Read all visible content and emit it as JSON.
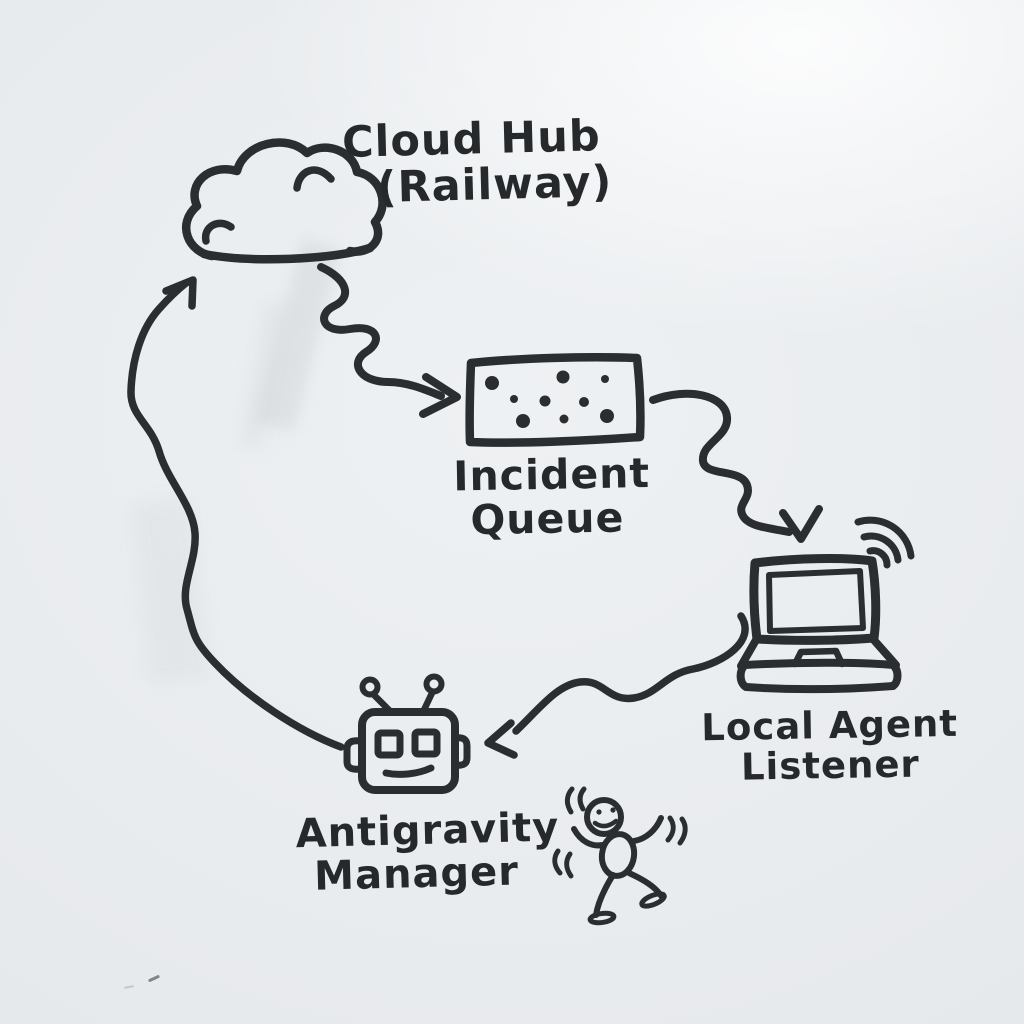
{
  "board": {
    "type": "whiteboard-sketch",
    "marker_color": "#2b2e31",
    "board_color": "#e9edf0"
  },
  "diagram": {
    "nodes": [
      {
        "id": "cloud-hub",
        "icon": "cloud-icon",
        "label_line1": "Cloud Hub",
        "label_line2": "(Railway)"
      },
      {
        "id": "incident-queue",
        "icon": "dotted-box-icon",
        "label_line1": "Incident",
        "label_line2": "Queue",
        "queue_dot_count": 9
      },
      {
        "id": "local-agent-listener",
        "icon": "laptop-icon",
        "label_line1": "Local Agent",
        "label_line2": "Listener"
      },
      {
        "id": "antigravity-manager",
        "icon": "robot-icon",
        "label_line1": "Antigravity",
        "label_line2": "Manager"
      }
    ],
    "edges": [
      {
        "from": "cloud-hub",
        "to": "incident-queue",
        "style": "squiggle-arrow"
      },
      {
        "from": "incident-queue",
        "to": "local-agent-listener",
        "style": "squiggle-arrow"
      },
      {
        "from": "local-agent-listener",
        "to": "antigravity-manager",
        "style": "wavy-arrow"
      },
      {
        "from": "antigravity-manager",
        "to": "cloud-hub",
        "style": "long-curve-arrow"
      }
    ],
    "decorations": [
      {
        "id": "wifi-signal",
        "icon": "wifi-icon"
      },
      {
        "id": "dancing-person",
        "icon": "stick-figure-icon"
      }
    ]
  }
}
